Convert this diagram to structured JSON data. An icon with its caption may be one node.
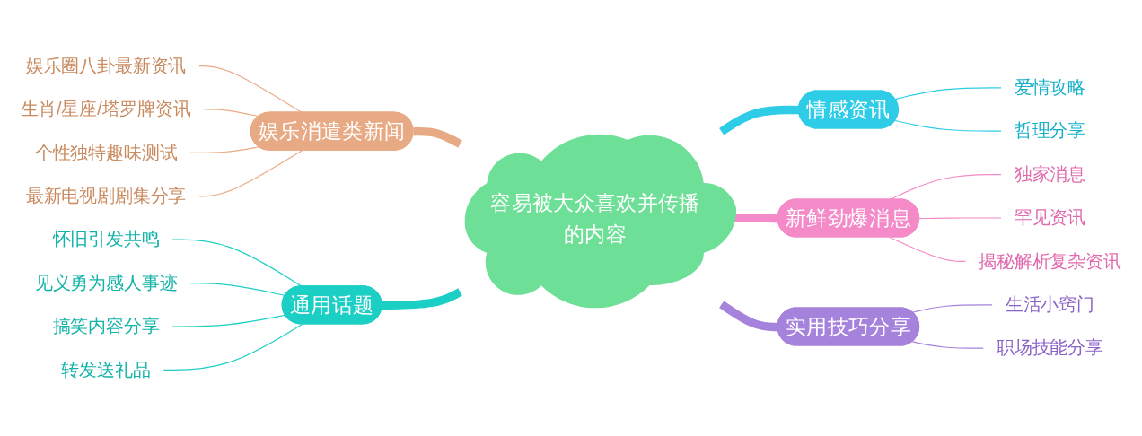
{
  "diagram": {
    "nodes": [
      {
        "text": [
          "容易被大众喜欢并传播的内容"
        ]
      },
      {
        "text": [
          "娱乐消遣类新闻"
        ]
      },
      {
        "text": [
          "娱乐圈八卦最新资讯"
        ]
      },
      {
        "text": [
          "生肖/星座/塔罗牌资讯"
        ]
      },
      {
        "text": [
          "个性独特趣味测试"
        ]
      },
      {
        "text": [
          "最新电视剧剧集分享"
        ]
      },
      {
        "text": [
          "通用话题"
        ]
      },
      {
        "text": [
          "怀旧引发共鸣"
        ]
      },
      {
        "text": [
          "见义勇为感人事迹"
        ]
      },
      {
        "text": [
          "搞笑内容分享"
        ]
      },
      {
        "text": [
          "转发送礼品"
        ]
      },
      {
        "text": [
          "情感资讯"
        ]
      },
      {
        "text": [
          "爱情攻略"
        ]
      },
      {
        "text": [
          "哲理分享"
        ]
      },
      {
        "text": [
          "新鲜劲爆消息"
        ]
      },
      {
        "text": [
          "独家消息"
        ]
      },
      {
        "text": [
          "罕见资讯"
        ]
      },
      {
        "text": [
          "揭秘解析复杂资讯"
        ]
      },
      {
        "text": [
          "实用技巧分享"
        ]
      },
      {
        "text": [
          "生活小窍门"
        ]
      },
      {
        "text": [
          "职场技能分享"
        ]
      }
    ],
    "edges": [
      {
        "from": 1,
        "to": 0,
        "arrow": "none",
        "style": "thick",
        "color": "#e8aa84"
      },
      {
        "from": 2,
        "to": 1,
        "arrow": "none",
        "color": "#e8aa84"
      },
      {
        "from": 3,
        "to": 1,
        "arrow": "none",
        "color": "#e8aa84"
      },
      {
        "from": 4,
        "to": 1,
        "arrow": "none",
        "color": "#e8aa84"
      },
      {
        "from": 5,
        "to": 1,
        "arrow": "none",
        "color": "#e8aa84"
      },
      {
        "from": 6,
        "to": 0,
        "arrow": "none",
        "style": "thick",
        "color": "#1ccfc4"
      },
      {
        "from": 7,
        "to": 6,
        "arrow": "none",
        "color": "#1ccfc4"
      },
      {
        "from": 8,
        "to": 6,
        "arrow": "none",
        "color": "#1ccfc4"
      },
      {
        "from": 9,
        "to": 6,
        "arrow": "none",
        "color": "#1ccfc4"
      },
      {
        "from": 10,
        "to": 6,
        "arrow": "none",
        "color": "#1ccfc4"
      },
      {
        "from": 0,
        "to": 11,
        "arrow": "none",
        "style": "thick",
        "color": "#2ecce6"
      },
      {
        "from": 11,
        "to": 12,
        "arrow": "none",
        "color": "#2ecce6"
      },
      {
        "from": 11,
        "to": 13,
        "arrow": "none",
        "color": "#2ecce6"
      },
      {
        "from": 0,
        "to": 14,
        "arrow": "none",
        "style": "thick",
        "color": "#f48ac8"
      },
      {
        "from": 14,
        "to": 15,
        "arrow": "none",
        "color": "#f48ac8"
      },
      {
        "from": 14,
        "to": 16,
        "arrow": "none",
        "color": "#f48ac8"
      },
      {
        "from": 14,
        "to": 17,
        "arrow": "none",
        "color": "#f48ac8"
      },
      {
        "from": 0,
        "to": 18,
        "arrow": "none",
        "style": "thick",
        "color": "#a582db"
      },
      {
        "from": 18,
        "to": 19,
        "arrow": "none",
        "color": "#a582db"
      },
      {
        "from": 18,
        "to": 20,
        "arrow": "none",
        "color": "#a582db"
      }
    ]
  }
}
